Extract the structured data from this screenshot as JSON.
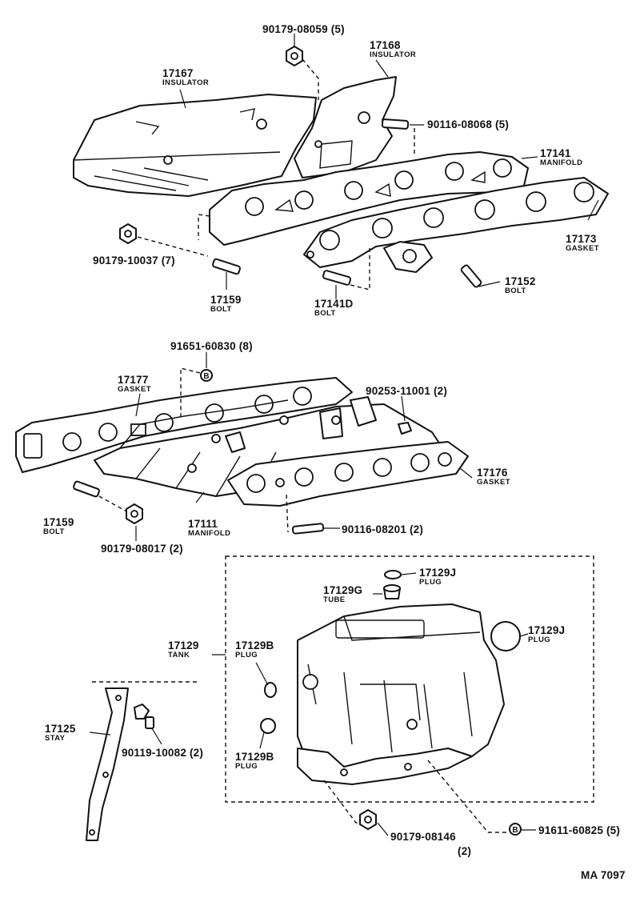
{
  "parts": {
    "p90179_08059": {
      "num": "90179-08059 (5)"
    },
    "p17168": {
      "num": "17168",
      "sub": "INSULATOR"
    },
    "p17167": {
      "num": "17167",
      "sub": "INSULATOR"
    },
    "p90116_08068": {
      "num": "90116-08068 (5)"
    },
    "p17141": {
      "num": "17141",
      "sub": "MANIFOLD"
    },
    "p17173": {
      "num": "17173",
      "sub": "GASKET"
    },
    "p90179_10037": {
      "num": "90179-10037 (7)"
    },
    "p17159_top": {
      "num": "17159",
      "sub": "BOLT"
    },
    "p17141D": {
      "num": "17141D",
      "sub": "BOLT"
    },
    "p17152": {
      "num": "17152",
      "sub": "BOLT"
    },
    "p91651_60830": {
      "num": "91651-60830 (8)"
    },
    "p17177": {
      "num": "17177",
      "sub": "GASKET"
    },
    "p90253_11001": {
      "num": "90253-11001 (2)"
    },
    "p17176": {
      "num": "17176",
      "sub": "GASKET"
    },
    "p17159_mid": {
      "num": "17159",
      "sub": "BOLT"
    },
    "p17111": {
      "num": "17111",
      "sub": "MANIFOLD"
    },
    "p90179_08017": {
      "num": "90179-08017 (2)"
    },
    "p90116_08201": {
      "num": "90116-08201 (2)"
    },
    "p17129J_top": {
      "num": "17129J",
      "sub": "PLUG"
    },
    "p17129G": {
      "num": "17129G",
      "sub": "TUBE"
    },
    "p17129J_side": {
      "num": "17129J",
      "sub": "PLUG"
    },
    "p17129": {
      "num": "17129",
      "sub": "TANK"
    },
    "p17129B_top": {
      "num": "17129B",
      "sub": "PLUG"
    },
    "p17125": {
      "num": "17125",
      "sub": "STAY"
    },
    "p90119_10082": {
      "num": "90119-10082 (2)"
    },
    "p17129B_bot": {
      "num": "17129B",
      "sub": "PLUG"
    },
    "p90179_08146": {
      "num": "90179-08146",
      "sub": "(2)"
    },
    "p91611_60825": {
      "num": "91611-60825 (5)"
    }
  },
  "footer": {
    "code": "MA  7097"
  },
  "symbol": {
    "bolt_marker": "B"
  }
}
